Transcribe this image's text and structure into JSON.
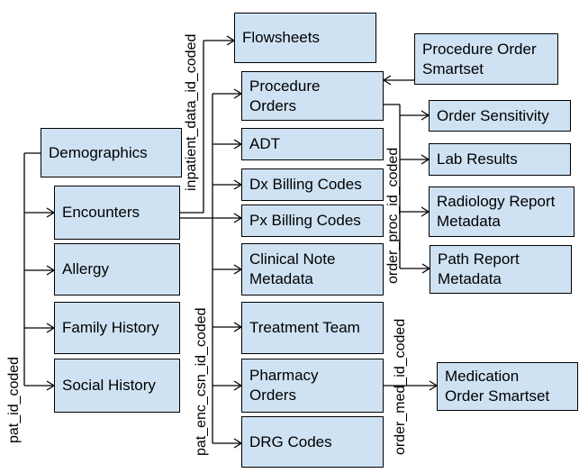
{
  "colors": {
    "box_fill": "#cfe2f3",
    "box_border": "#000000",
    "line": "#000000"
  },
  "entities": {
    "demographics": "Demographics",
    "encounters": "Encounters",
    "allergy": "Allergy",
    "family_history": "Family History",
    "social_history": "Social History",
    "flowsheets": "Flowsheets",
    "procedure_orders": "Procedure\nOrders",
    "adt": "ADT",
    "dx_billing_codes": "Dx Billing Codes",
    "px_billing_codes": "Px Billing Codes",
    "clinical_note_metadata": "Clinical Note\nMetadata",
    "treatment_team": "Treatment Team",
    "pharmacy_orders": "Pharmacy\nOrders",
    "drg_codes": "DRG Codes",
    "procedure_order_smartset": "Procedure Order\nSmartset",
    "order_sensitivity": "Order Sensitivity",
    "lab_results": "Lab Results",
    "radiology_report_metadata": "Radiology Report\nMetadata",
    "path_report_metadata": "Path Report\nMetadata",
    "medication_order_smartset": "Medication\nOrder Smartset"
  },
  "keys": {
    "pat_id_coded": "pat_id_coded",
    "inpatient_data_id_coded": "inpatient_data_id_coded",
    "pat_enc_csn_id_coded": "pat_enc_csn_id_coded",
    "order_proc_id_coded": "order_proc_id_coded",
    "order_med_id_coded": "order_med_id_coded"
  }
}
